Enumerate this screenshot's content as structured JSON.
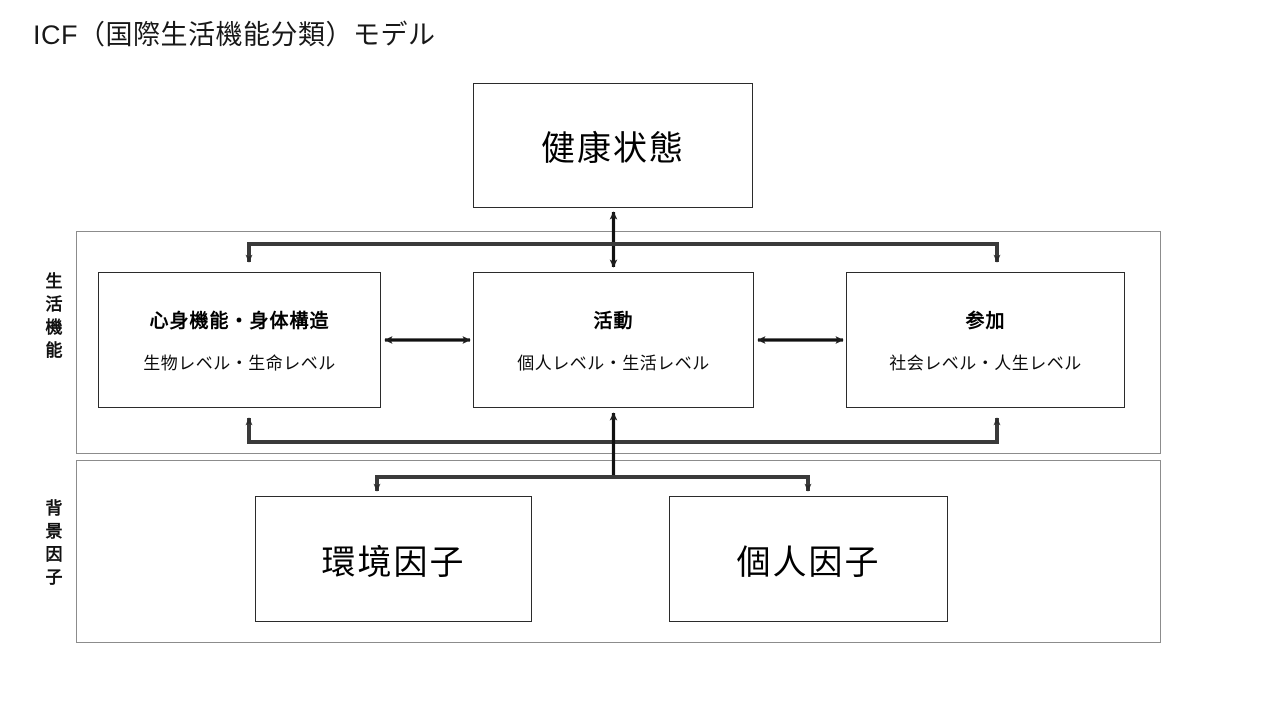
{
  "title": "ICF（国際生活機能分類）モデル",
  "groups": {
    "functioning": {
      "label_chars": [
        "生",
        "活",
        "機",
        "能"
      ],
      "label": "生活機能"
    },
    "context": {
      "label_chars": [
        "背",
        "景",
        "因",
        "子"
      ],
      "label": "背景因子"
    }
  },
  "nodes": {
    "health": {
      "title": "健康状態",
      "sub": ""
    },
    "body_function": {
      "title": "心身機能・身体構造",
      "sub": "生物レベル・生命レベル"
    },
    "activity": {
      "title": "活動",
      "sub": "個人レベル・生活レベル"
    },
    "participation": {
      "title": "参加",
      "sub": "社会レベル・人生レベル"
    },
    "environmental": {
      "title": "環境因子",
      "sub": ""
    },
    "personal": {
      "title": "個人因子",
      "sub": ""
    }
  },
  "connectors": [
    {
      "name": "health-activity",
      "kind": "double-vertical"
    },
    {
      "name": "health-bodyfunction",
      "kind": "bracket-down-left"
    },
    {
      "name": "health-participation",
      "kind": "bracket-down-right"
    },
    {
      "name": "bodyfunction-activity",
      "kind": "double-horizontal"
    },
    {
      "name": "activity-participation",
      "kind": "double-horizontal"
    },
    {
      "name": "context-activity",
      "kind": "single-up"
    },
    {
      "name": "context-bodyfunction",
      "kind": "bracket-up-left"
    },
    {
      "name": "context-participation",
      "kind": "bracket-up-right"
    },
    {
      "name": "activity-environmental",
      "kind": "bracket-down-left"
    },
    {
      "name": "activity-personal",
      "kind": "bracket-down-right"
    }
  ],
  "colors": {
    "line": "#2b2b2b",
    "group_border": "#8c8c8c",
    "text": "#000000",
    "background": "#ffffff"
  }
}
